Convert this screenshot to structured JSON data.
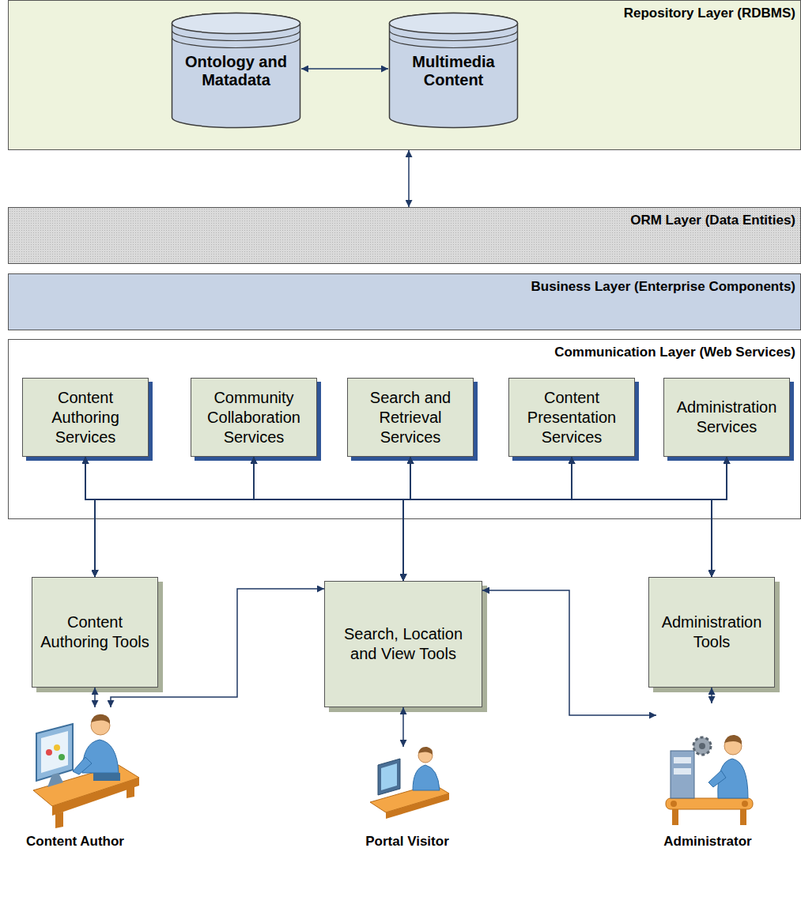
{
  "diagram": {
    "nodes": [
      {
        "text": [
          "Repository Layer (RDBMS)"
        ]
      },
      {
        "text": [
          "Ontology and Matadata"
        ],
        "in": 0
      },
      {
        "text": [
          "Multimedia Content"
        ],
        "in": 0
      },
      {
        "text": [
          "ORM Layer (Data Entities)"
        ]
      },
      {
        "text": [
          "Business Layer (Enterprise Components)"
        ]
      },
      {
        "text": [
          "Communication Layer (Web Services)"
        ]
      },
      {
        "text": [
          "Content Authoring Services"
        ],
        "in": 5
      },
      {
        "text": [
          "Community Collaboration Services"
        ],
        "in": 5
      },
      {
        "text": [
          "Search and Retrieval Services"
        ],
        "in": 5
      },
      {
        "text": [
          "Content Presentation Services"
        ],
        "in": 5
      },
      {
        "text": [
          "Administration Services"
        ],
        "in": 5
      },
      {
        "text": [
          "Content Authoring Tools"
        ]
      },
      {
        "text": [
          "Search, Location and View Tools"
        ]
      },
      {
        "text": [
          "Administration Tools"
        ]
      },
      {
        "text": [
          "Content Author"
        ]
      },
      {
        "text": [
          "Portal Visitor"
        ]
      },
      {
        "text": [
          "Administrator"
        ]
      }
    ],
    "edges": [
      {
        "from": 1,
        "to": 2,
        "arrow": "both"
      },
      {
        "from": 0,
        "to": 3,
        "arrow": "both"
      },
      {
        "from": 6,
        "to": 11,
        "arrow": "both"
      },
      {
        "from": 6,
        "to": 12,
        "arrow": "both"
      },
      {
        "from": 6,
        "to": 13,
        "arrow": "both"
      },
      {
        "from": 7,
        "to": 11,
        "arrow": "both"
      },
      {
        "from": 7,
        "to": 12,
        "arrow": "both"
      },
      {
        "from": 7,
        "to": 13,
        "arrow": "both"
      },
      {
        "from": 8,
        "to": 11,
        "arrow": "both"
      },
      {
        "from": 8,
        "to": 12,
        "arrow": "both"
      },
      {
        "from": 8,
        "to": 13,
        "arrow": "both"
      },
      {
        "from": 9,
        "to": 11,
        "arrow": "both"
      },
      {
        "from": 9,
        "to": 12,
        "arrow": "both"
      },
      {
        "from": 9,
        "to": 13,
        "arrow": "both"
      },
      {
        "from": 10,
        "to": 11,
        "arrow": "both"
      },
      {
        "from": 10,
        "to": 12,
        "arrow": "both"
      },
      {
        "from": 10,
        "to": 13,
        "arrow": "both"
      },
      {
        "from": 11,
        "to": 14,
        "arrow": "both"
      },
      {
        "from": 14,
        "to": 12,
        "arrow": "both"
      },
      {
        "from": 12,
        "to": 15,
        "arrow": "both"
      },
      {
        "from": 12,
        "to": 16,
        "arrow": "both"
      },
      {
        "from": 13,
        "to": 16,
        "arrow": "both"
      }
    ]
  }
}
